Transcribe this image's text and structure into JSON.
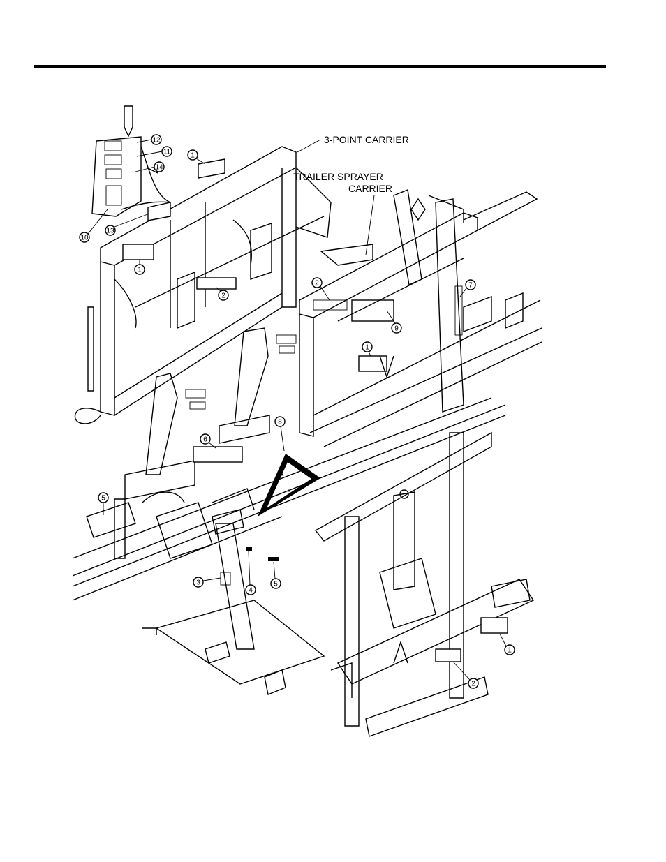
{
  "header": {
    "link_a": "",
    "link_b": ""
  },
  "figure": {
    "labels": {
      "three_point_carrier": "3-POINT CARRIER",
      "trailer_sprayer_line1": "TRAILER SPRAYER",
      "trailer_sprayer_line2": "CARRIER"
    },
    "callouts": [
      "1",
      "2",
      "3",
      "4",
      "5",
      "6",
      "7",
      "8",
      "9",
      "10",
      "11",
      "12",
      "13",
      "14"
    ]
  }
}
